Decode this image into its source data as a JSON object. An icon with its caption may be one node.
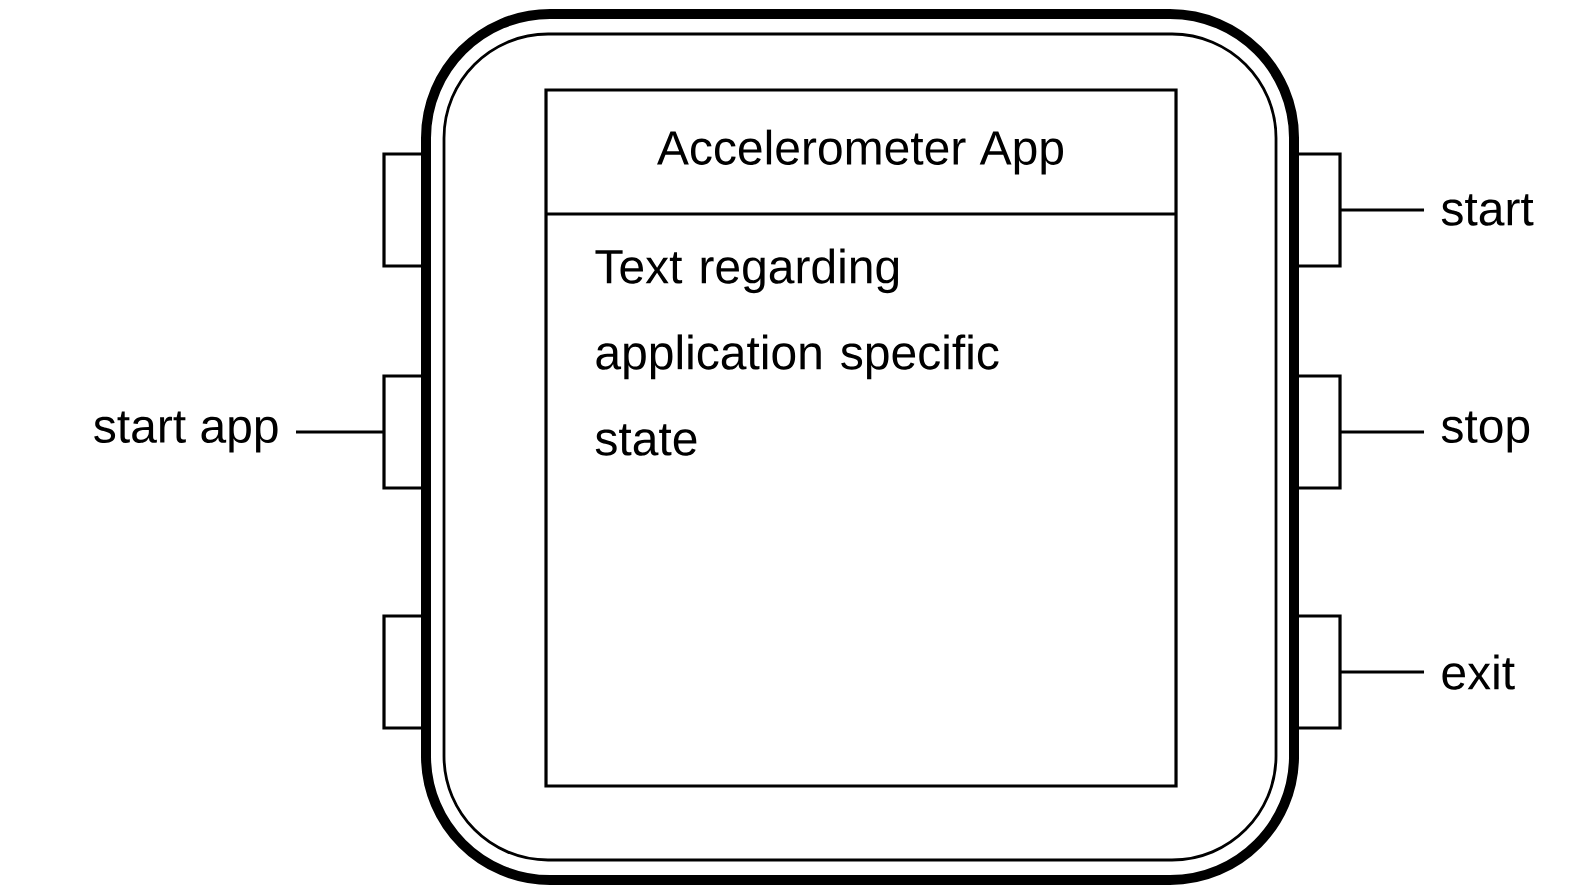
{
  "diagram": {
    "nodes": [
      {
        "text": [],
        "shape": "box"
      },
      {
        "text": [
          "Accelerometer App",
          "Text regarding application specific state"
        ],
        "in": 0
      },
      {
        "text": [],
        "shape": "box"
      },
      {
        "text": [],
        "shape": "box"
      },
      {
        "text": [],
        "shape": "box"
      },
      {
        "text": [],
        "shape": "box"
      },
      {
        "text": [],
        "shape": "box"
      },
      {
        "text": [],
        "shape": "box"
      },
      {
        "text": [
          "start app"
        ]
      },
      {
        "text": [
          "start"
        ]
      },
      {
        "text": [
          "stop"
        ]
      },
      {
        "text": [
          "exit"
        ]
      }
    ],
    "edges": [
      {
        "from": 8,
        "to": 3,
        "arrow": "none"
      },
      {
        "from": 9,
        "to": 5,
        "arrow": "none"
      },
      {
        "from": 10,
        "to": 6,
        "arrow": "none"
      },
      {
        "from": 11,
        "to": 7,
        "arrow": "none"
      }
    ]
  }
}
